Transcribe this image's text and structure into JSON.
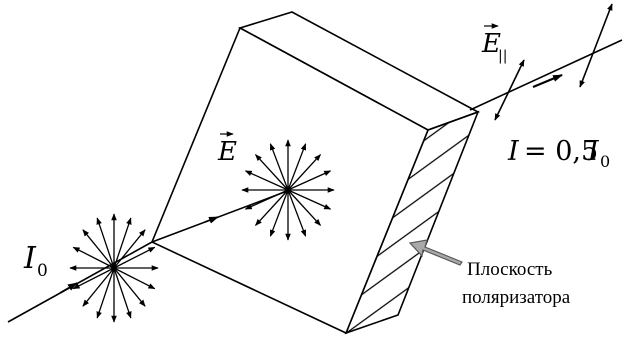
{
  "labels": {
    "intensity_in_symbol": "I",
    "intensity_in_sub": "0",
    "field_symbol": "E",
    "field_parallel_symbol": "E",
    "field_parallel_sub": "||",
    "intensity_out_lhs": "I",
    "intensity_out_eq": "= 0,5",
    "intensity_out_rhs": "I",
    "intensity_out_sub": "0",
    "plane_line1": "Плоскость",
    "plane_line2": "поляризатора"
  },
  "colors": {
    "stroke": "#000000",
    "pointer_fill": "#a9a9a9",
    "pointer_stroke": "#5a5a5a",
    "background": "#ffffff"
  }
}
